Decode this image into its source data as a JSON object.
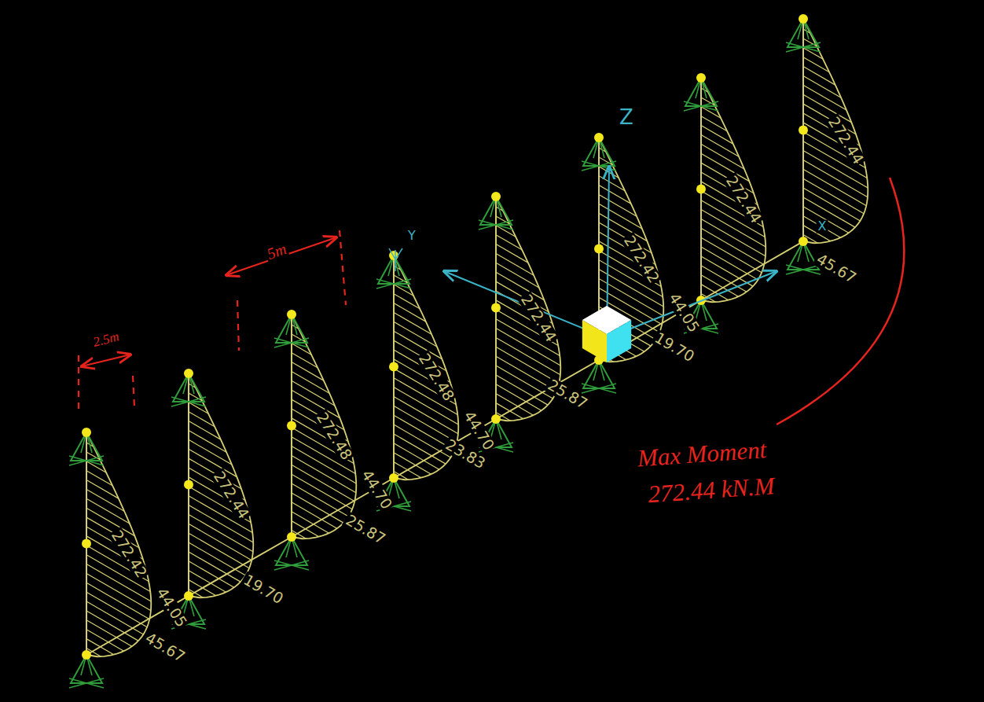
{
  "diagram": {
    "labels": [
      "2.5m",
      "5m",
      "272.42",
      "44.05",
      "45.67",
      "272.44",
      "19.70",
      "272.48",
      "44.70",
      "25.87",
      "272.48",
      "44.70",
      "23.83",
      "272.44",
      "25.87",
      "272.42",
      "44.05",
      "19.70",
      "272.44",
      "45.67",
      "272.44",
      "Z",
      "Y",
      "X",
      "Max Moment",
      "272.44 kN.M"
    ]
  }
}
